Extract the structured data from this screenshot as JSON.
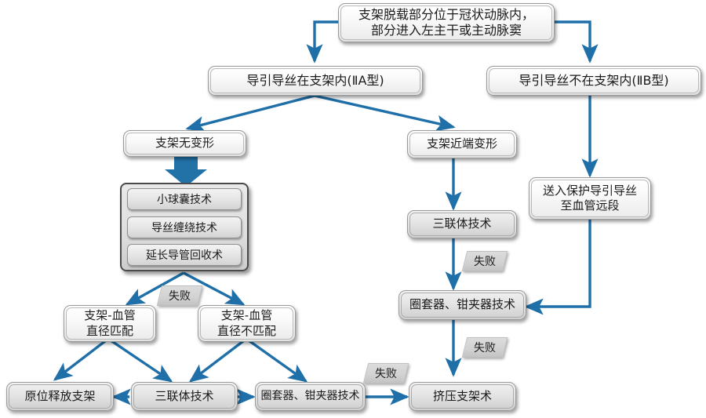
{
  "diagram": {
    "title_text": "支架脱载部分位于冠状动脉内，\n部分进入左主干或主动脉窦",
    "accent_color": "#1F6FA8",
    "nodes": {
      "root": "支架脱载部分位于冠状动脉内，\n部分进入左主干或主动脉窦",
      "branch_a": "导引导丝在支架内(ⅡA型)",
      "branch_b": "导引导丝不在支架内(ⅡB型)",
      "no_deform": "支架无变形",
      "proximal_deform": "支架近端变形",
      "protect_wire": "送入保护导引导丝\n至血管远段",
      "triad_mid": "三联体技术",
      "snare_mid": "圈套器、钳夹器技术",
      "match": "支架-血管\n直径匹配",
      "mismatch": "支架-血管\n直径不匹配",
      "insitu_release": "原位释放支架",
      "triad_bottom": "三联体技术",
      "snare_bottom": "圈套器、钳夹器技术",
      "crush": "挤压支架术"
    },
    "technique_group": {
      "items": [
        "小球囊技术",
        "导丝缠绕技术",
        "延长导管回收术"
      ]
    },
    "fail_tags": [
      "失败",
      "失败",
      "失败",
      "失败"
    ]
  }
}
